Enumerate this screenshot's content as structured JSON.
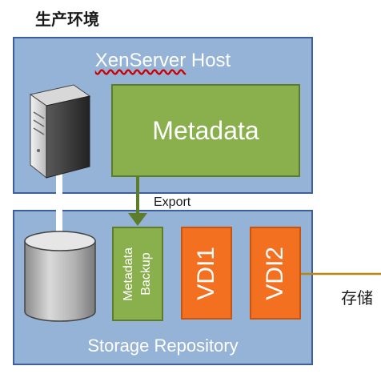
{
  "page": {
    "title": "生产环境",
    "storage_label": "存储"
  },
  "host": {
    "title_brand": "XenServer",
    "title_suffix": " Host",
    "metadata_label": "Metadata",
    "export_label": "Export"
  },
  "storage_repository": {
    "title": "Storage Repository",
    "backup_label": "Metadata\nBackup",
    "vdi1_label": "VDI1",
    "vdi2_label": "VDI2"
  },
  "colors": {
    "panel_fill": "#95b3d7",
    "panel_border": "#3f5f9a",
    "metadata_green": "#8ab04e",
    "vdi_orange": "#f37021",
    "connector_gold": "#b8860b"
  },
  "icons": [
    "server-icon",
    "disk-cylinder-icon"
  ]
}
